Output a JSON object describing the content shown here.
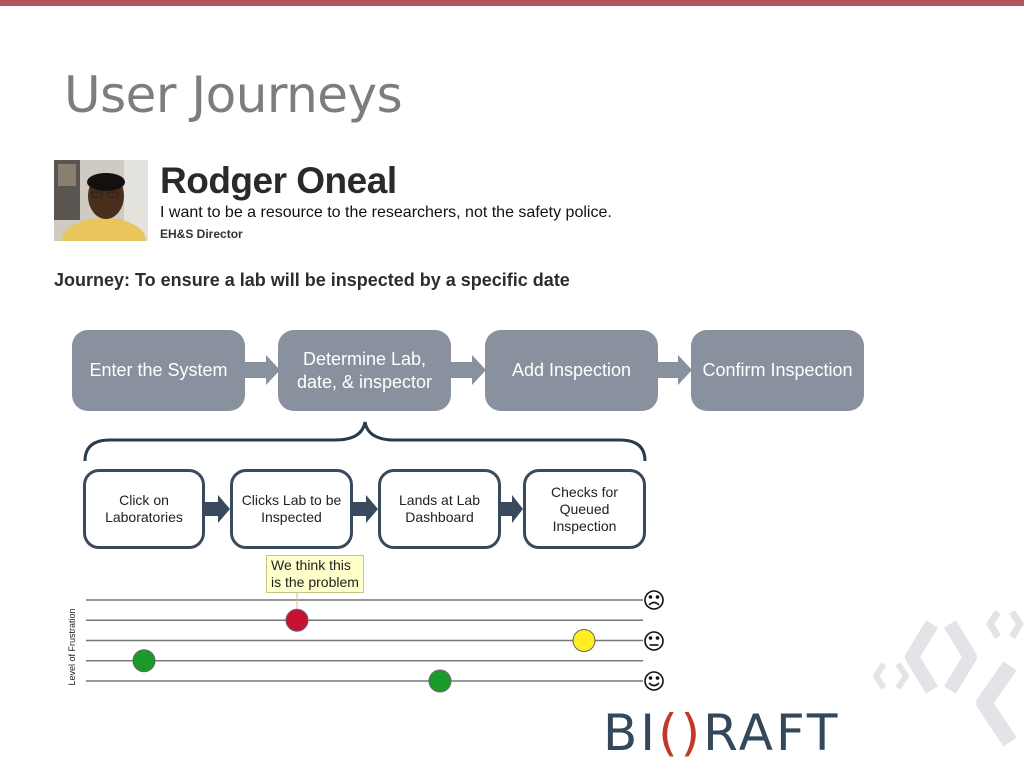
{
  "slide": {
    "title": "User Journeys"
  },
  "persona": {
    "name": "Rodger Oneal",
    "quote": "I want to be a resource to the researchers, not the safety police.",
    "role": "EH&S Director"
  },
  "journey_label": "Journey: To ensure a lab will be inspected by a specific date",
  "stages": [
    {
      "label": "Enter the System"
    },
    {
      "label_line1": "Determine Lab,",
      "label_line2": "date, & inspector"
    },
    {
      "label": "Add Inspection"
    },
    {
      "label": "Confirm Inspection"
    }
  ],
  "steps": [
    {
      "line1": "Click on",
      "line2": "Laboratories"
    },
    {
      "line1": "Clicks Lab to be",
      "line2": "Inspected"
    },
    {
      "line1": "Lands at Lab",
      "line2": "Dashboard"
    },
    {
      "line1": "Checks for",
      "line2": "Queued",
      "line3": "Inspection"
    }
  ],
  "frustration_chart": {
    "axis_label": "Level of Frustration",
    "levels": 5,
    "points": [
      {
        "step": 1,
        "level": 2,
        "color": "#1a9a2a"
      },
      {
        "step": 2,
        "level": 4,
        "color": "#c41230"
      },
      {
        "step": 3,
        "level": 1,
        "color": "#1a9a2a"
      },
      {
        "step": 4,
        "level": 3,
        "color": "#ffee22"
      }
    ],
    "face_icons": [
      "sad-face-icon",
      "neutral-face-icon",
      "happy-face-icon"
    ],
    "callout_line1": "We think this",
    "callout_line2": "is the problem"
  },
  "logo": {
    "pre": "BI",
    "accent": "()",
    "post": "RAFT"
  },
  "colors": {
    "stage": "#8a919e",
    "step_border": "#3a4a5e",
    "brand": "#34485c",
    "accent": "#c0392b"
  }
}
